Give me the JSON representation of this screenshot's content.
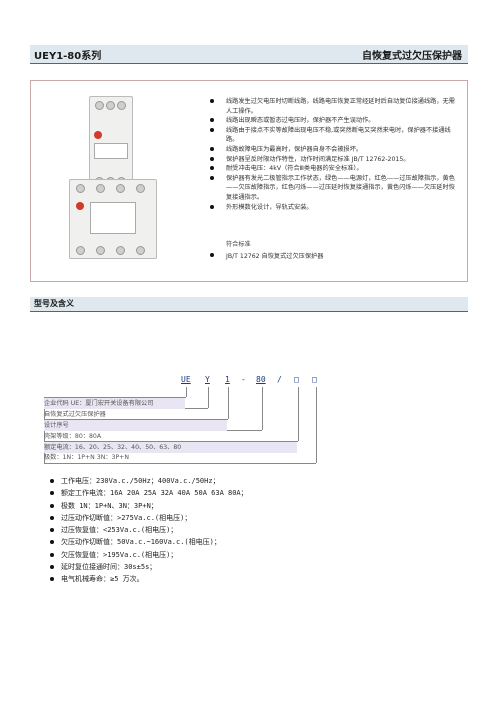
{
  "header": {
    "series": "UEY1-80系列",
    "product": "自恢复式过欠压保护器"
  },
  "features": [
    "线路发生过欠电压时切断线路，线路电压恢复正常经延时后自动复位接通线路，无需人工操作。",
    "线路出现瞬态或暂态过电压时，保护器不产生误动作。",
    "线路由于接点不实等故障出现电压不稳,或突然断电又突然来电时，保护器不接通线路。",
    "线路故障电压为最高时，保护器自身不会被损坏。",
    "保护器呈反时限动作特性，动作时间满足标准 JB/T 12762-2015。",
    "耐受冲击电压：4kV（符合Ⅲ类电器的安全标准）。",
    "保护器有发光二极管指示工作状态，绿色——电源灯，红色——过压故障指示，黄色——欠压故障指示，红色闪烁——过压延时恢复接通指示，黄色闪烁——欠压延时恢复接通指示。",
    "外形模数化设计，导轨式安装。"
  ],
  "standard": {
    "title": "符合标准",
    "item": "JB/T 12762 自恢复式过欠压保护器"
  },
  "section2": {
    "title": "型号及含义"
  },
  "model_code": {
    "p1": "UE",
    "p2": "Y",
    "p3": "1",
    "dash": "-",
    "p4": "80",
    "slash": "/",
    "box1": "□",
    "box2": "□"
  },
  "model_lines": [
    "企业代码 UE：厦门宏开关设备有限公司",
    "自恢复式过欠压保护器",
    "设计序号",
    "壳架等级：80：80A",
    "额定电流：16、20、25、32、40、50、63、80",
    "极数：1N：1P+N 3N：3P+N"
  ],
  "specs": [
    "工作电压：230Va.c./50Hz；400Va.c./50Hz；",
    "额定工作电流：16A 20A 25A 32A 40A 50A 63A 80A；",
    "极数 1N：1P+N、3N：3P+N；",
    "过压动作切断值：>275Va.c.(相电压)；",
    "过压恢复值：<253Va.c.(相电压)；",
    "欠压动作切断值：50Va.c.~160Va.c.(相电压)；",
    "欠压恢复值：>195Va.c.(相电压)；",
    "延时复位接通时间：30s±5s；",
    "电气机械寿命：≥5 万次。"
  ],
  "colors": {
    "header_bg": "#dfe8ee",
    "accent": "#2f6fa0",
    "code": "#1a3a8a"
  }
}
